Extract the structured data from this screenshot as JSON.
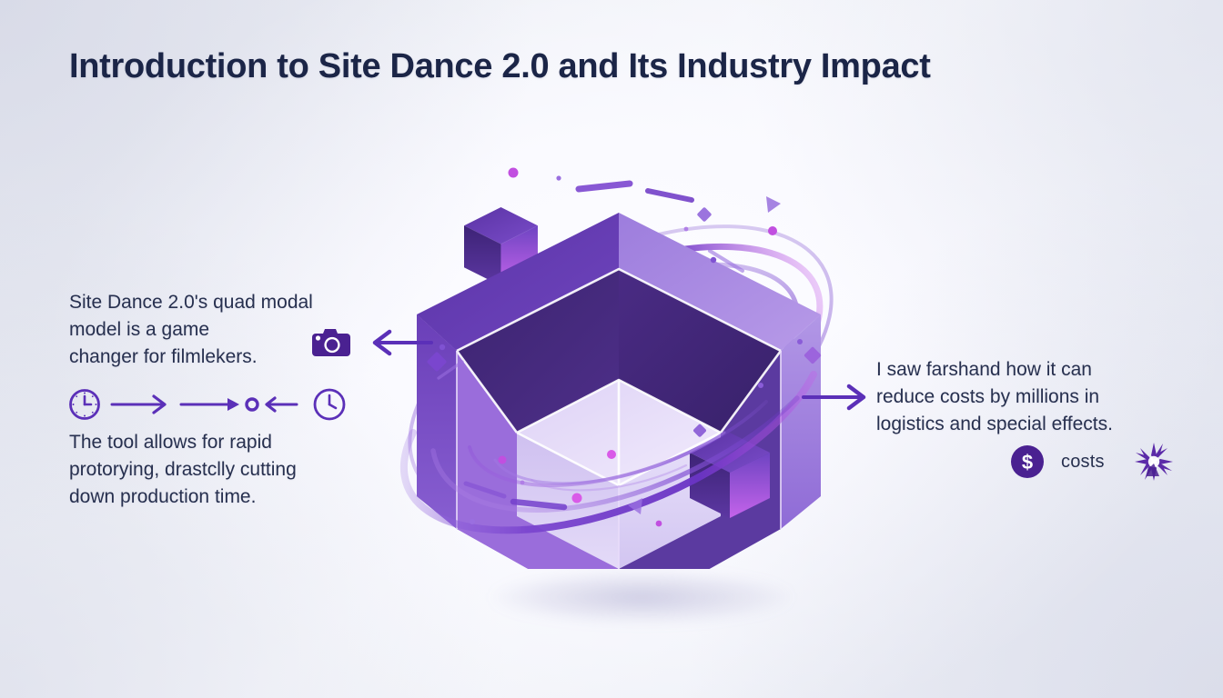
{
  "slide": {
    "title": "Introduction to Site Dance 2.0 and Its Industry Impact",
    "background_top_left": "#e6e8f0",
    "background_center": "#fdfdff",
    "accent_purple": "#6b3fc4",
    "accent_deep_purple": "#3f2080",
    "accent_magenta": "#d65ae6",
    "text_color": "#27304f",
    "title_color": "#1b2547"
  },
  "left_column": {
    "quote_1": {
      "lines": [
        "Site Dance 2.0's quad modal",
        "model is a game",
        "changer for filmlekers."
      ],
      "icon": "camera-icon"
    },
    "timeline": {
      "items": [
        "clock-icon",
        "arrow-right-icon",
        "arrow-right-icon",
        "dot-icon",
        "arrow-left-icon",
        "clock-icon"
      ]
    },
    "quote_2": {
      "lines": [
        "The tool allows for rapid",
        "protorying, drastclly cutting",
        "down production time."
      ]
    },
    "connector_arrow": "arrow-left-icon"
  },
  "right_column": {
    "connector_arrow": "arrow-right-icon",
    "quote_1": {
      "lines": [
        "I saw farshand how it can",
        "reduce costs by millions in",
        "logistics and special effects."
      ]
    },
    "costs_row": {
      "badge_symbol": "$",
      "label": "costs",
      "burst_icon": "burst-icon"
    }
  },
  "center_graphic": {
    "name": "isometric-nested-cube",
    "main_cube": "nested-isometric-cube",
    "satellite_cubes": 2,
    "orbit_rings": 4,
    "particles": "orbiting-dots-and-dashes"
  }
}
